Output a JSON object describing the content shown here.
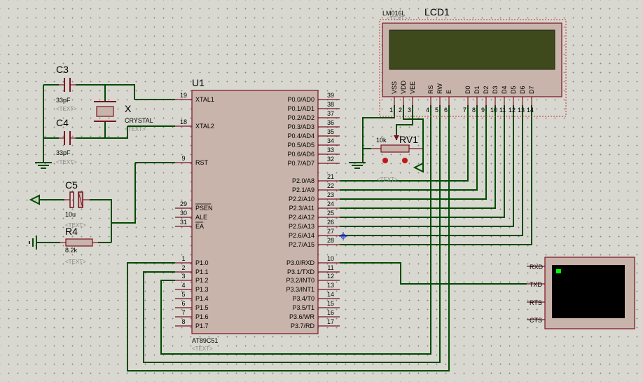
{
  "lcd": {
    "ref": "LCD1",
    "model": "LM016L",
    "text": "<TEXT>",
    "pins": [
      "VSS",
      "VDD",
      "VEE",
      "RS",
      "RW",
      "E",
      "D0",
      "D1",
      "D2",
      "D3",
      "D4",
      "D5",
      "D6",
      "D7"
    ],
    "pin_numbers": [
      "1",
      "2",
      "3",
      "4",
      "5",
      "6",
      "7",
      "8",
      "9",
      "10",
      "11",
      "12",
      "13",
      "14"
    ],
    "screen_color": "#3f4a1c"
  },
  "mcu": {
    "ref": "U1",
    "model": "AT89C51",
    "text": "<TEXT>",
    "left_pins": [
      {
        "num": "19",
        "name": "XTAL1"
      },
      {
        "num": "18",
        "name": "XTAL2"
      },
      {
        "num": "9",
        "name": "RST"
      },
      {
        "num": "29",
        "name": "PSEN"
      },
      {
        "num": "30",
        "name": "ALE"
      },
      {
        "num": "31",
        "name": "EA"
      },
      {
        "num": "1",
        "name": "P1.0"
      },
      {
        "num": "2",
        "name": "P1.1"
      },
      {
        "num": "3",
        "name": "P1.2"
      },
      {
        "num": "4",
        "name": "P1.3"
      },
      {
        "num": "5",
        "name": "P1.4"
      },
      {
        "num": "6",
        "name": "P1.5"
      },
      {
        "num": "7",
        "name": "P1.6"
      },
      {
        "num": "8",
        "name": "P1.7"
      }
    ],
    "right_pins": [
      {
        "num": "39",
        "name": "P0.0/AD0"
      },
      {
        "num": "38",
        "name": "P0.1/AD1"
      },
      {
        "num": "37",
        "name": "P0.2/AD2"
      },
      {
        "num": "36",
        "name": "P0.3/AD3"
      },
      {
        "num": "35",
        "name": "P0.4/AD4"
      },
      {
        "num": "34",
        "name": "P0.5/AD5"
      },
      {
        "num": "33",
        "name": "P0.6/AD6"
      },
      {
        "num": "32",
        "name": "P0.7/AD7"
      },
      {
        "num": "21",
        "name": "P2.0/A8"
      },
      {
        "num": "22",
        "name": "P2.1/A9"
      },
      {
        "num": "23",
        "name": "P2.2/A10"
      },
      {
        "num": "24",
        "name": "P2.3/A11"
      },
      {
        "num": "25",
        "name": "P2.4/A12"
      },
      {
        "num": "26",
        "name": "P2.5/A13"
      },
      {
        "num": "27",
        "name": "P2.6/A14"
      },
      {
        "num": "28",
        "name": "P2.7/A15"
      },
      {
        "num": "10",
        "name": "P3.0/RXD"
      },
      {
        "num": "11",
        "name": "P3.1/TXD"
      },
      {
        "num": "12",
        "name": "P3.2/INT0"
      },
      {
        "num": "13",
        "name": "P3.3/INT1"
      },
      {
        "num": "14",
        "name": "P3.4/T0"
      },
      {
        "num": "15",
        "name": "P3.5/T1"
      },
      {
        "num": "16",
        "name": "P3.6/WR"
      },
      {
        "num": "17",
        "name": "P3.7/RD"
      }
    ]
  },
  "c3": {
    "ref": "C3",
    "value": "33pF",
    "text": "<TEXT>"
  },
  "c4": {
    "ref": "C4",
    "value": "33pF",
    "text": "<TEXT>"
  },
  "x1": {
    "ref": "X",
    "value": "CRYSTAL",
    "text": "<TEXT>"
  },
  "c5": {
    "ref": "C5",
    "value": "10u",
    "text": "<TEXT>"
  },
  "r4": {
    "ref": "R4",
    "value": "8.2k",
    "text": "<TEXT>"
  },
  "rv1": {
    "ref": "RV1",
    "value": "10k",
    "text": "<TEXT>"
  },
  "terminal": {
    "pins": [
      "RXD",
      "TXD",
      "RTS",
      "CTS"
    ],
    "screen_color": "#000000",
    "cursor_color": "#00ff00"
  },
  "colors": {
    "wire": "#004a00",
    "component": "#7a1020",
    "body": "#c8b4aa",
    "background": "#d8d8d0"
  }
}
